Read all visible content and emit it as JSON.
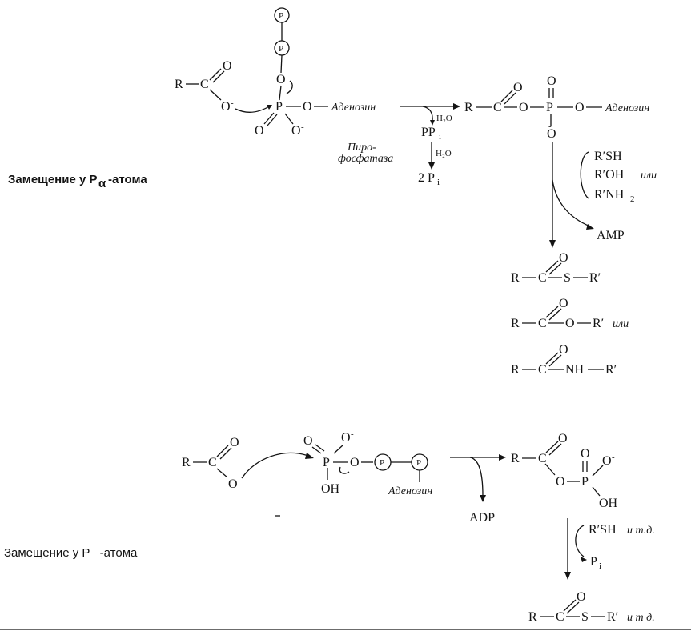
{
  "labels": {
    "sub_alpha": "Замещение у P",
    "sub_alpha_greek": "α",
    "sub_alpha_suffix": "-атома",
    "sub_beta": "Замещение у P   -атома"
  },
  "atoms": {
    "R": "R",
    "C": "C",
    "O": "O",
    "O_minus": "O",
    "minus": "-",
    "P": "P",
    "S": "S",
    "OH": "OH",
    "NH": "NH",
    "R_prime": "R′",
    "P_circle": "P"
  },
  "words": {
    "adenosine": "Аденозин",
    "pyrophosphatase_1": "Пиро-",
    "pyrophosphatase_2": "фосфатаза",
    "or": "или",
    "etc": "и т.д.",
    "etc2": "и т д."
  },
  "reagents": {
    "h2o": "H₂O",
    "ppi": "PP",
    "ppi_sub": "i",
    "two_pi": "2 P",
    "two_pi_sub": "i",
    "pi": "P",
    "pi_sub": "i",
    "rsh": "R′SH",
    "roh": "R′OH",
    "rnh2": "R′NH",
    "rnh2_sub": "2",
    "amp": "AMP",
    "adp": "ADP",
    "rsh_etc": "R′SH"
  }
}
